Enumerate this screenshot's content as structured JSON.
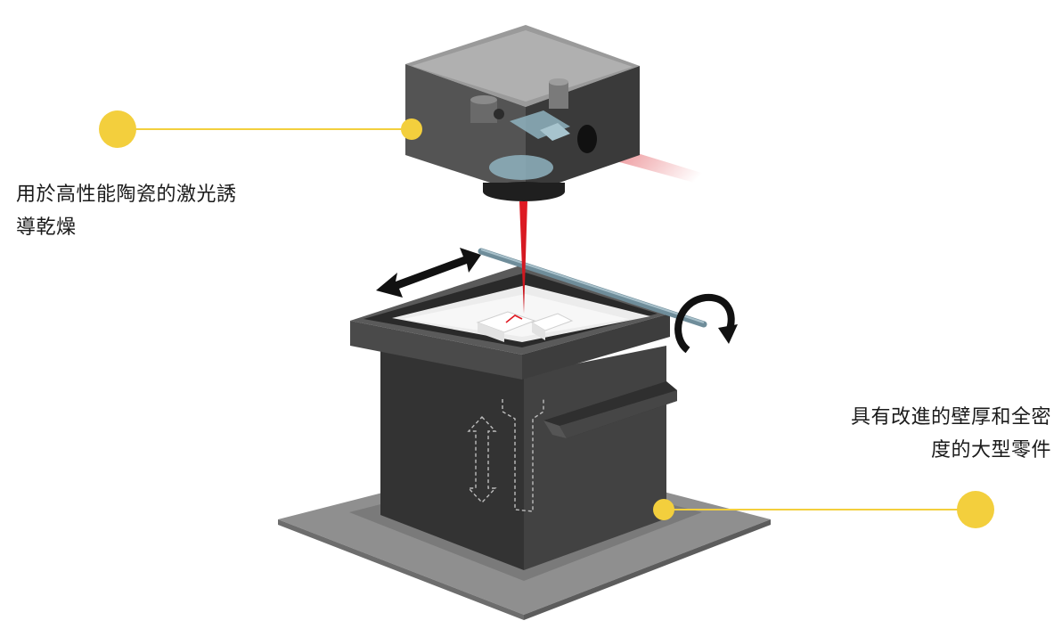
{
  "labels": {
    "left_line1": "用於高性能陶瓷的激光誘",
    "left_line2": "導乾燥",
    "right_line1": "具有改進的壁厚和全密",
    "right_line2": "度的大型零件"
  },
  "colors": {
    "callout": "#f3cf3d",
    "laser": "#e01b24",
    "machine_dark": "#3a3a3a",
    "machine_mid": "#6b6b6b",
    "base_plate": "#8c8c8c",
    "recoater_rod": "#6f8d9a"
  },
  "icons": {
    "laser_head": "laser-head-icon",
    "recoater_arrow": "double-arrow-icon",
    "rotation": "rotate-arrow-icon",
    "piston": "up-down-arrow-icon"
  }
}
